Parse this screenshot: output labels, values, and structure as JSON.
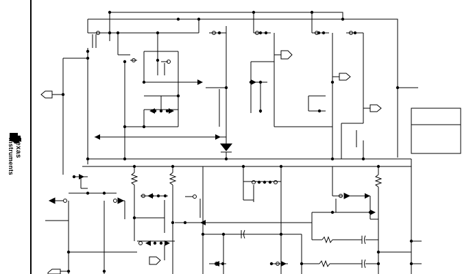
{
  "brand": {
    "line1": "Texas",
    "line2": "Instruments",
    "logo_icon": "ti-logo-icon"
  },
  "diagram": {
    "kind": "schematic",
    "symbols": [
      "pmos-transistor",
      "nmos-transistor",
      "resistor",
      "capacitor",
      "diode",
      "port-arrow",
      "junction-dot"
    ]
  }
}
